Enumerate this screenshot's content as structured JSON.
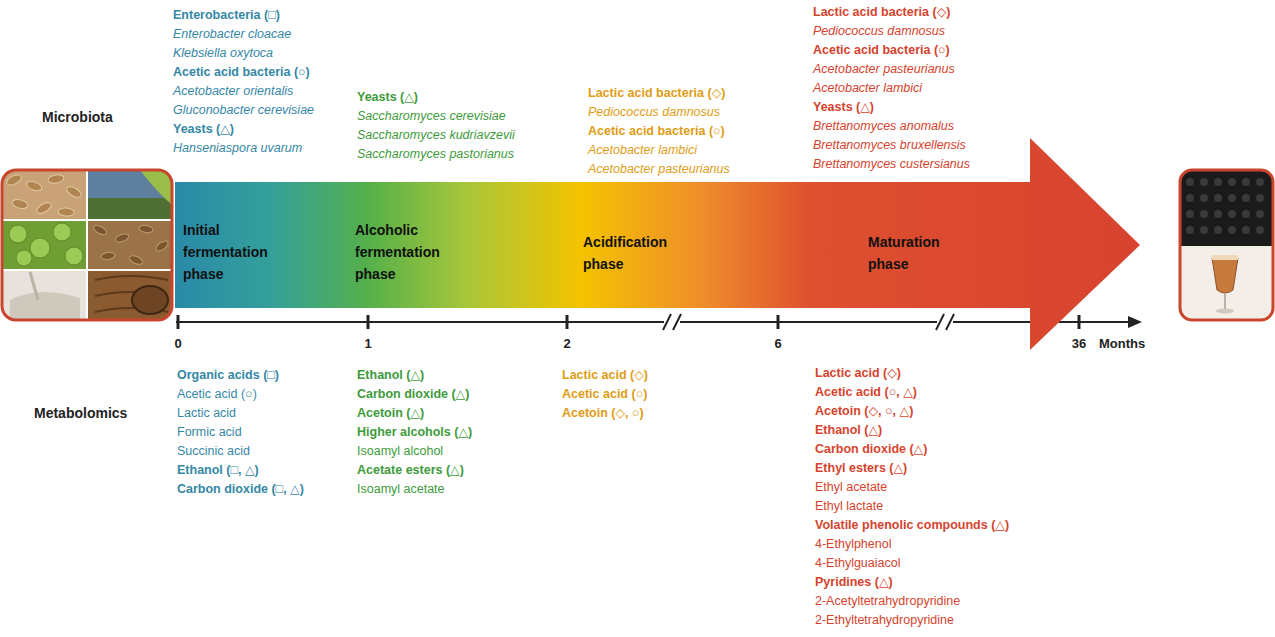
{
  "diagram": {
    "nodes": [
      {
        "text": [
          "Initial fermentation phase",
          "Alcoholic fermentation phase",
          "Acidification phase",
          "Maturation phase"
        ]
      }
    ],
    "labels": [
      "Microbiota",
      "Metabolomics",
      "Enterobacteria (□)",
      "Enterobacter cloacae",
      "Klebsiella oxytoca",
      "Acetic acid bacteria (○)",
      "Acetobacter orientalis",
      "Gluconobacter cerevisiae",
      "Yeasts (△)",
      "Hanseniaspora uvarum",
      "Yeasts (△)",
      "Saccharomyces cerevisiae",
      "Saccharomyces kudriavzevii",
      "Saccharomyces pastorianus",
      "Lactic acid bacteria (◇)",
      "Pediococcus damnosus",
      "Acetic acid bacteria (○)",
      "Acetobacter lambici",
      "Acetobacter pasteurianus",
      "Lactic acid bacteria (◇)",
      "Pediococcus damnosus",
      "Acetic acid bacteria (○)",
      "Acetobacter pasteurianus",
      "Acetobacter lambici",
      "Yeasts (△)",
      "Brettanomyces anomalus",
      "Brettanomyces bruxellensis",
      "Brettanomyces custersianus",
      "Organic acids (□)",
      "Acetic acid (○)",
      "Lactic acid",
      "Formic acid",
      "Succinic acid",
      "Ethanol (□, △)",
      "Carbon dioxide (□, △)",
      "Ethanol (△)",
      "Carbon dioxide (△)",
      "Acetoin (△)",
      "Higher alcohols (△)",
      "Isoamyl alcohol",
      "Acetate esters (△)",
      "Isoamyl acetate",
      "Lactic acid (◇)",
      "Acetic acid (○)",
      "Acetoin (◇, ○)",
      "Lactic acid (◇)",
      "Acetic acid (○, △)",
      "Acetoin (◇, ○, △)",
      "Ethanol (△)",
      "Carbon dioxide (△)",
      "Ethyl esters (△)",
      "Ethyl acetate",
      "Ethyl lactate",
      "Volatile phenolic compounds (△)",
      "4-Ethylphenol",
      "4-Ethylguaiacol",
      "Pyridines (△)",
      "2-Acetyltetrahydropyridine",
      "2-Ethyltetrahydropyridine",
      "0",
      "1",
      "2",
      "6",
      "36",
      "Months"
    ]
  }
}
